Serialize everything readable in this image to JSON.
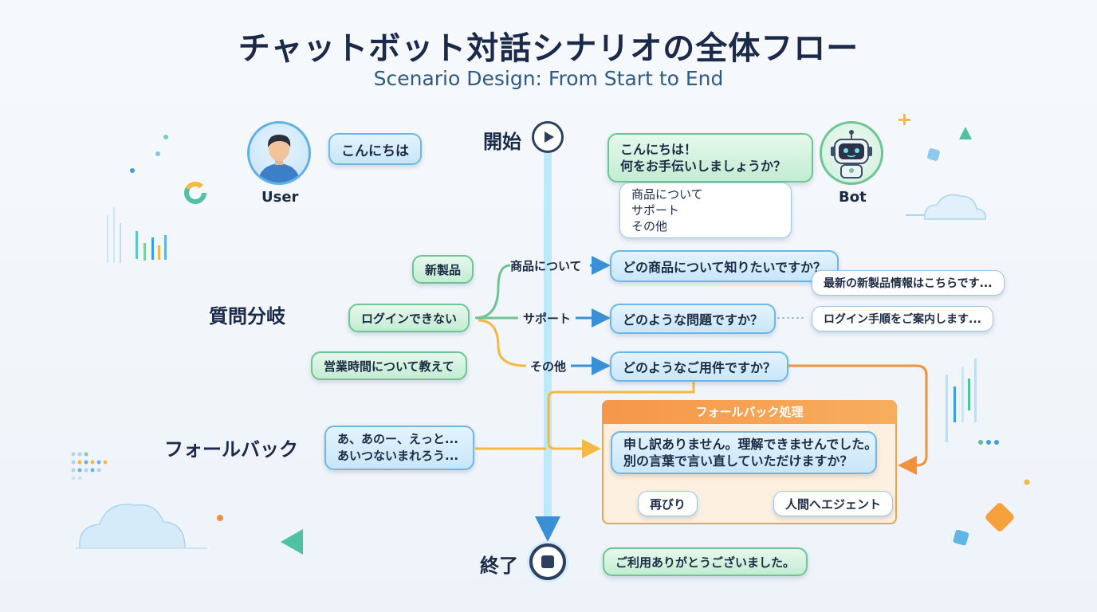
{
  "title": "チャットボット対話シナリオの全体フロー",
  "subtitle": "Scenario Design: From Start to End",
  "colors": {
    "timeline": "#3aa7e0",
    "branch_green": "#6cc592",
    "branch_yellow": "#f4b942",
    "arrow_blue": "#3a8fd6",
    "fallback_orange": "#f0913c",
    "title": "#1b2a4a"
  },
  "start": {
    "label": "開始",
    "icon": "play-icon"
  },
  "end": {
    "label": "終了",
    "icon": "stop-icon"
  },
  "user": {
    "label": "User",
    "icon": "user-avatar-icon",
    "greeting": "こんにちは"
  },
  "bot": {
    "label": "Bot",
    "icon": "robot-avatar-icon",
    "greeting_line1": "こんにちは！",
    "greeting_line2": "何をお手伝いしましょうか？",
    "options": [
      "商品について",
      "サポート",
      "その他"
    ]
  },
  "branch_section": {
    "label": "質問分岐",
    "user_inputs": [
      "新製品",
      "ログインできない",
      "営業時間について教えて"
    ],
    "branches": [
      {
        "label": "商品について",
        "bot_question": "どの商品について知りたいですか？",
        "bot_followup": "最新の新製品情報はこちらです..."
      },
      {
        "label": "サポート",
        "bot_question": "どのような問題ですか？",
        "bot_followup": "ログイン手順をご案内します..."
      },
      {
        "label": "その他",
        "bot_question": "どのようなご用件ですか？"
      }
    ]
  },
  "fallback_section": {
    "label": "フォールバック",
    "user_input_line1": "あ、あのー、えっと...",
    "user_input_line2": "あいつないまれろう...",
    "box_title": "フォールバック処理",
    "message_line1": "申し訳ありません。理解できませんでした。",
    "message_line2": "別の言葉で言い直していただけますか？",
    "retry_label": "再びり",
    "human_label": "人間へエジェント"
  },
  "closing_message": "ご利用ありがとうございました。"
}
